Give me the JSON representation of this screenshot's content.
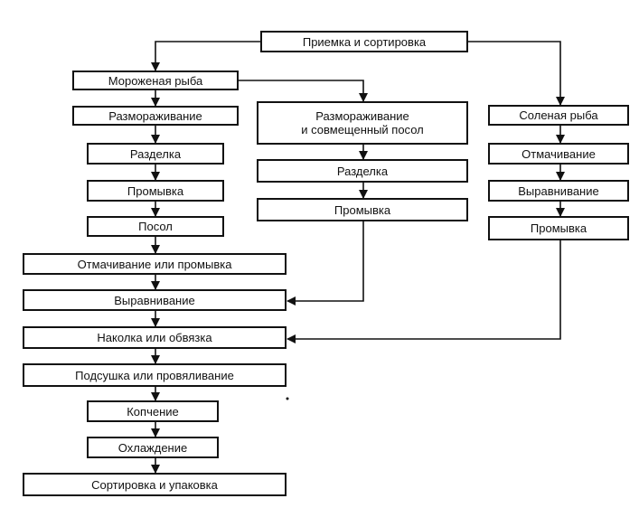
{
  "nodes": {
    "receiving": "Приемка и сортировка",
    "frozen_fish": "Мороженая рыба",
    "thawing_left": "Размораживание",
    "cutting_left": "Разделка",
    "washing_left": "Промывка",
    "salting": "Посол",
    "soaking_or_washing": "Отмачивание или промывка",
    "levelling_center": "Выравнивание",
    "piercing_or_tying": "Наколка или обвязка",
    "drying": "Подсушка или провяливание",
    "smoking": "Копчение",
    "cooling": "Охлаждение",
    "sorting_packing": "Сортировка и упаковка",
    "thawing_salting_line1": "Размораживание",
    "thawing_salting_line2": "и совмещенный посол",
    "cutting_mid": "Разделка",
    "washing_mid": "Промывка",
    "salted_fish": "Соленая рыба",
    "soaking_right": "Отмачивание",
    "levelling_right": "Выравнивание",
    "washing_right": "Промывка"
  },
  "colors": {
    "stroke": "#111111",
    "background": "#ffffff"
  }
}
